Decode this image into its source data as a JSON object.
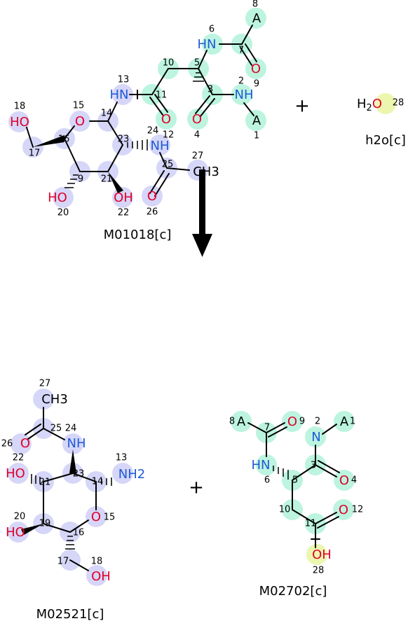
{
  "reactants": {
    "m01018": {
      "name": "M01018[c]",
      "atoms": {
        "a18": {
          "label": "HO",
          "num": "18"
        },
        "a15": {
          "label": "O",
          "num": "15"
        },
        "a13": {
          "label": "HN",
          "num": "13"
        },
        "a20": {
          "label": "HO",
          "num": "20"
        },
        "a22": {
          "label": "OH",
          "num": "22"
        },
        "a26": {
          "label": "O",
          "num": "26"
        },
        "a24": {
          "label": "NH",
          "num": "24"
        },
        "a27": {
          "label": "CH3",
          "num": "27"
        },
        "a12": {
          "label": "O",
          "num": "12"
        },
        "a4": {
          "label": "O",
          "num": "4"
        },
        "a2": {
          "label": "NH",
          "num": "2"
        },
        "a1": {
          "label": "A",
          "num": "1"
        },
        "a6": {
          "label": "HN",
          "num": "6"
        },
        "a8": {
          "label": "A",
          "num": "8"
        },
        "a9": {
          "label": "O",
          "num": "9"
        }
      },
      "carbons": [
        "14",
        "16",
        "17",
        "9",
        "21",
        "23",
        "25",
        "11",
        "10",
        "5",
        "3",
        "7"
      ]
    },
    "h2o": {
      "name": "h2o[c]",
      "label": "H2O",
      "num": "28"
    }
  },
  "products": {
    "m02521": {
      "name": "M02521[c]",
      "atoms": {
        "a27": {
          "label": "CH3",
          "num": "27"
        },
        "a26": {
          "label": "O",
          "num": "26"
        },
        "a24": {
          "label": "NH",
          "num": "24"
        },
        "a22": {
          "label": "HO",
          "num": "22"
        },
        "a13": {
          "label": "NH2",
          "num": "13"
        },
        "a20": {
          "label": "HO",
          "num": "20"
        },
        "a15": {
          "label": "O",
          "num": "15"
        },
        "a18": {
          "label": "OH",
          "num": "18"
        }
      },
      "carbons": [
        "25",
        "23",
        "21",
        "14",
        "19",
        "16",
        "17"
      ]
    },
    "m02702": {
      "name": "M02702[c]",
      "atoms": {
        "a8": {
          "label": "A",
          "num": "8"
        },
        "a9": {
          "label": "O",
          "num": "9"
        },
        "a2": {
          "label": "N",
          "num": "2"
        },
        "a1": {
          "label": "A",
          "num": "1"
        },
        "a6": {
          "label": "HN",
          "num": "6"
        },
        "a4": {
          "label": "O",
          "num": "4"
        },
        "a12": {
          "label": "O",
          "num": "12"
        },
        "a28": {
          "label": "OH",
          "num": "28"
        }
      },
      "carbons": [
        "7",
        "3",
        "5",
        "10",
        "11"
      ]
    }
  },
  "operators": {
    "plus_top": "+",
    "plus_bottom": "+"
  },
  "colors": {
    "oxygen": "#e0002a",
    "nitrogen": "#1e5bd6",
    "highlight_ring": "#c8c8f5",
    "highlight_chain": "#a6f0d4",
    "highlight_water": "#eaf5a6"
  }
}
